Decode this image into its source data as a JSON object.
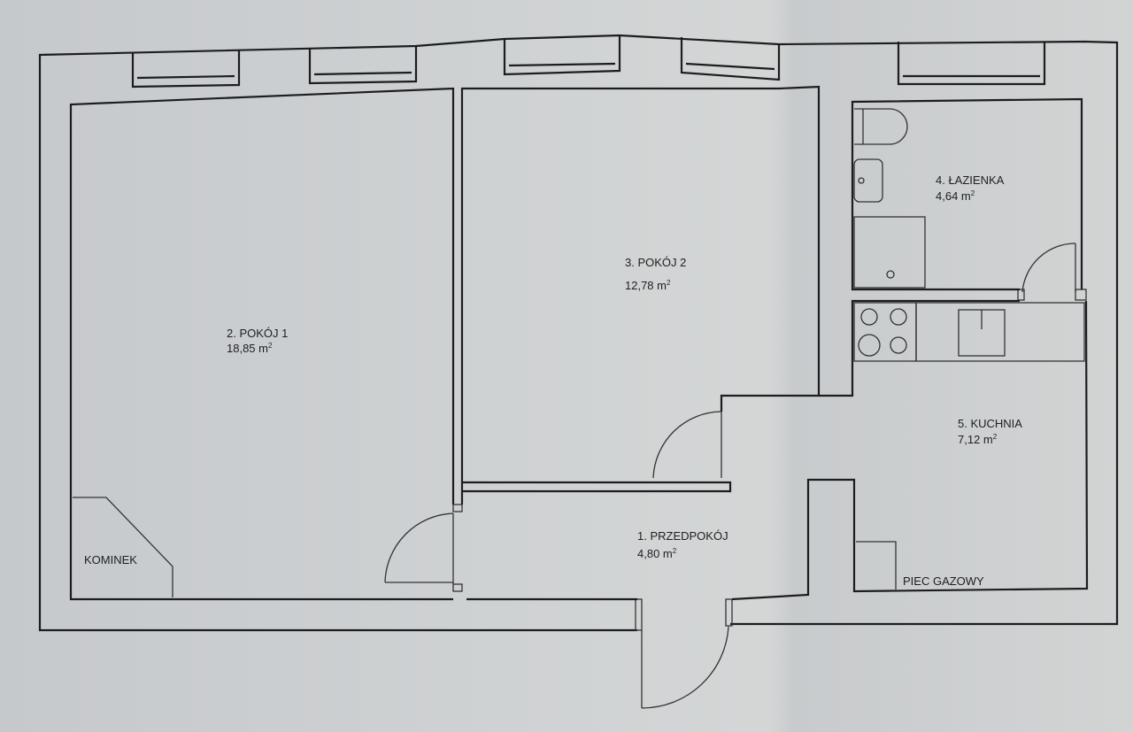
{
  "rooms": [
    {
      "name": "1. PRZEDPOKÓJ",
      "area": "4,80 m",
      "unit_exp": "2"
    },
    {
      "name": "2. POKÓJ 1",
      "area": "18,85 m",
      "unit_exp": "2"
    },
    {
      "name": "3. POKÓJ 2",
      "area": "12,78 m",
      "unit_exp": "2"
    },
    {
      "name": "4. ŁAZIENKA",
      "area": "4,64 m",
      "unit_exp": "2"
    },
    {
      "name": "5. KUCHNIA",
      "area": "7,12 m",
      "unit_exp": "2"
    }
  ],
  "fixtures": {
    "fireplace": "KOMINEK",
    "gas_stove": "PIEC GAZOWY"
  },
  "colors": {
    "paper": "#cfd2d3",
    "ink": "#1d1d1f"
  }
}
